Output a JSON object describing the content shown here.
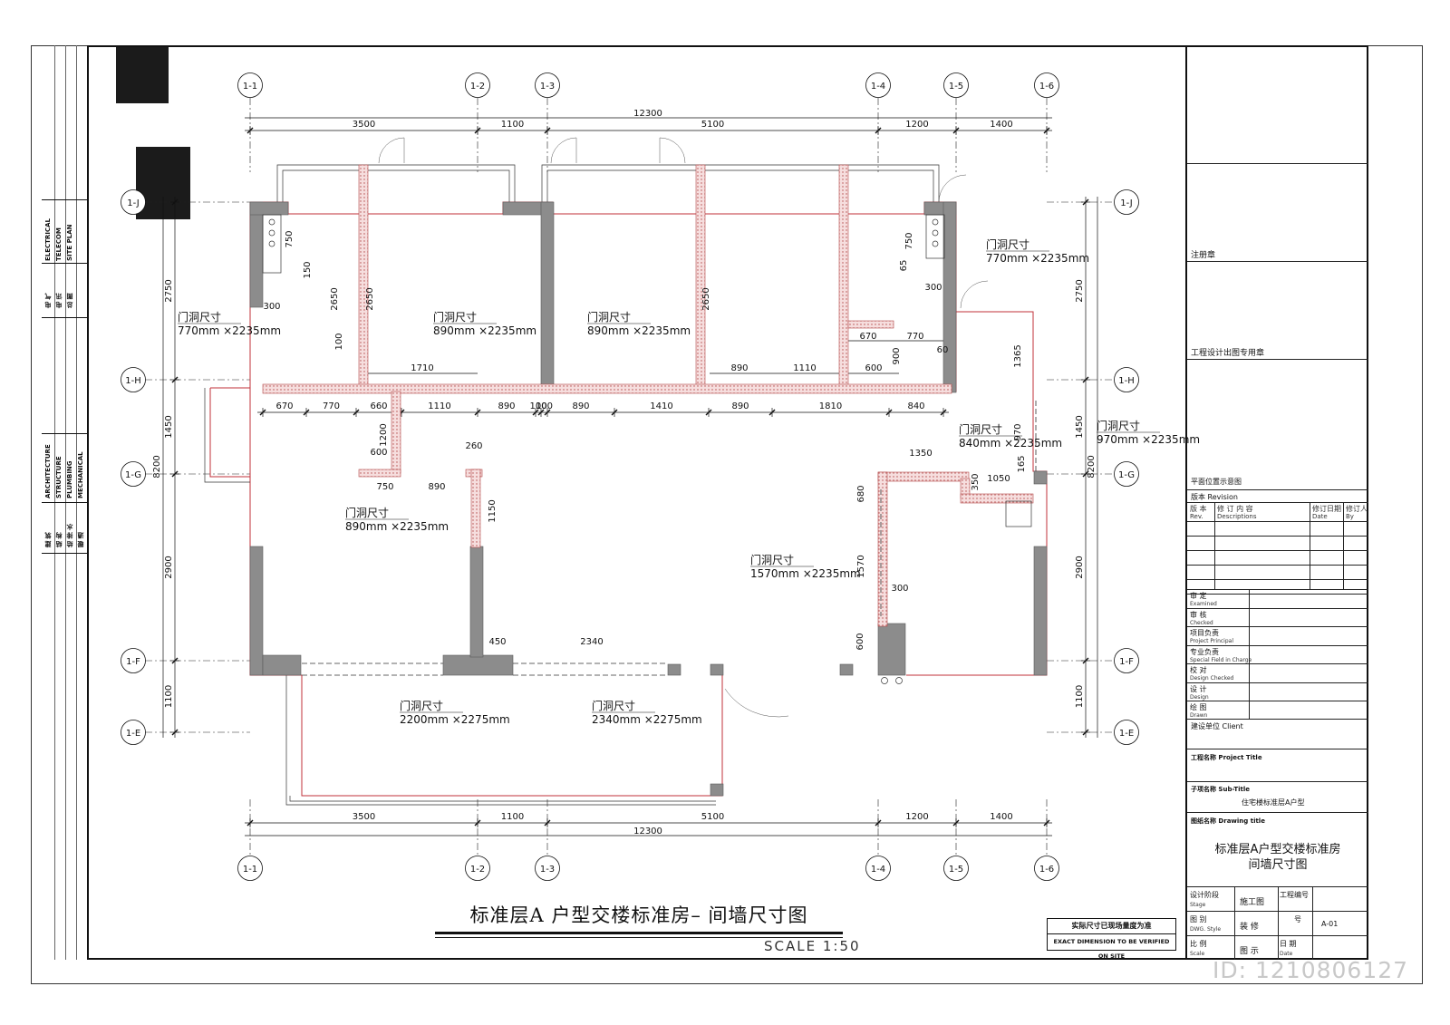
{
  "title_block": {
    "registration_stamp": "注册章",
    "design_stamp": "工程设计出图专用章",
    "location_plan": "平面位置示意图",
    "revision": "版本 Revision",
    "rev_headers": [
      {
        "cn": "版 本",
        "en": "Rev."
      },
      {
        "cn": "修 订 内 容",
        "en": "Descriptions"
      },
      {
        "cn": "修订日期",
        "en": "Date"
      },
      {
        "cn": "修订人",
        "en": "By"
      }
    ],
    "roles": [
      {
        "cn": "审 定",
        "en": "Examined"
      },
      {
        "cn": "审 核",
        "en": "Checked"
      },
      {
        "cn": "项目负责",
        "en": "Project Principal"
      },
      {
        "cn": "专业负责",
        "en": "Special Field in Charge"
      },
      {
        "cn": "校 对",
        "en": "Design Checked"
      },
      {
        "cn": "设 计",
        "en": "Design"
      },
      {
        "cn": "绘 图",
        "en": "Drawn"
      }
    ],
    "client": "建设单位 Client",
    "project_title": "工程名称 Project Title",
    "sub_title_label": "子项名称 Sub-Title",
    "sub_title": "住宅楼标准层A户型",
    "drawing_title_label": "图纸名称 Drawing title",
    "drawing_title_1": "标准层A户型交楼标准房",
    "drawing_title_2": "间墙尺寸图",
    "stage_label": "设计阶段",
    "stage_en": "Stage",
    "stage_value": "施工图",
    "project_no_label": "工程编号",
    "dwg_label": "图 别",
    "dwg_en": "DWG. Style",
    "dwg_value": "装 修",
    "no_label": "号",
    "no_value": "A-01",
    "scale_label": "比 例",
    "scale_en": "Scale",
    "scale_value": "图 示",
    "date_label": "日 期",
    "date_en": "Date"
  },
  "side_strip": {
    "top_en": [
      "ELECTRICAL",
      "TELECOM",
      "SITE PLAN"
    ],
    "top_cn": [
      "电 气",
      "电 讯",
      "总 图"
    ],
    "bottom_en": [
      "ARCHITECTURE",
      "STRUCTURE",
      "PLUMBING",
      "MECHANICAL"
    ],
    "bottom_cn": [
      "建 筑",
      "结 构",
      "给 排 水",
      "暖 通"
    ]
  },
  "drawing": {
    "title": "标准层A 户型交楼标准房– 间墙尺寸图",
    "scale": "SCALE 1:50",
    "note_cn": "实际尺寸已现场量度为准",
    "note_en": "EXACT DIMENSION TO BE VERIFIED ON SITE",
    "id_tag": "ID: 1210806127"
  },
  "grid": {
    "top_axes": [
      "1-1",
      "1-2",
      "1-3",
      "1-4",
      "1-5",
      "1-6"
    ],
    "top_dims": [
      "3500",
      "1100",
      "5100",
      "1200",
      "1400"
    ],
    "top_total": "12300",
    "left_axes": [
      "1-J",
      "1-H",
      "1-G",
      "1-F",
      "1-E"
    ],
    "left_dims": [
      "2750",
      "1450",
      "2900",
      "1100"
    ],
    "left_total": "8200"
  },
  "door_label": "门洞尺寸",
  "doors": [
    "770mm ×2235mm",
    "890mm ×2235mm",
    "890mm ×2235mm",
    "770mm ×2235mm",
    "840mm ×2235mm",
    "970mm ×2235mm",
    "890mm ×2235mm",
    "1570mm ×2235mm",
    "2200mm ×2275mm",
    "2340mm ×2275mm"
  ],
  "row_dims": [
    "670",
    "770",
    "660",
    "1110",
    "890",
    "100",
    "100",
    "890",
    "1410",
    "890",
    "1810",
    "840"
  ],
  "upper_dims": [
    "1710",
    "890",
    "1110",
    "600",
    "670",
    "770"
  ],
  "misc_dims": [
    "750",
    "150",
    "300",
    "2650",
    "2650",
    "2650",
    "750",
    "65",
    "300",
    "1365",
    "900",
    "1200",
    "600",
    "260",
    "750",
    "890",
    "1150",
    "1350",
    "1050",
    "680",
    "1570",
    "450",
    "2340",
    "300",
    "600",
    "970",
    "165",
    "350",
    "100",
    "60"
  ]
}
